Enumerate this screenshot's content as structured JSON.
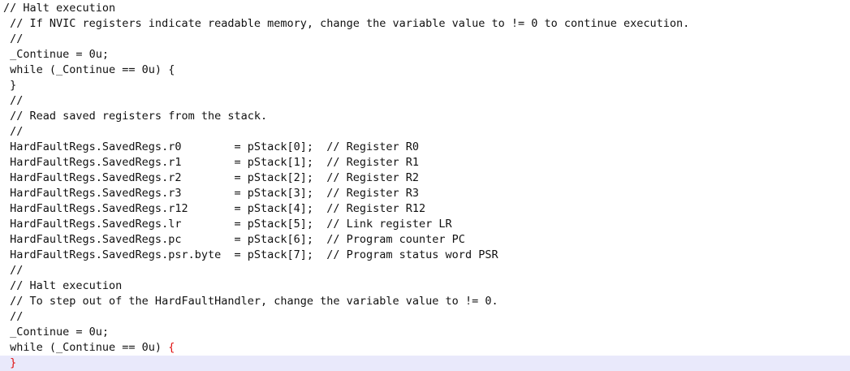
{
  "code": {
    "lines": [
      "// Halt execution",
      " // If NVIC registers indicate readable memory, change the variable value to != 0 to continue execution.",
      " //",
      " _Continue = 0u;",
      " while (_Continue == 0u) {",
      " }",
      " //",
      " // Read saved registers from the stack.",
      " //",
      " HardFaultRegs.SavedRegs.r0        = pStack[0];  // Register R0",
      " HardFaultRegs.SavedRegs.r1        = pStack[1];  // Register R1",
      " HardFaultRegs.SavedRegs.r2        = pStack[2];  // Register R2",
      " HardFaultRegs.SavedRegs.r3        = pStack[3];  // Register R3",
      " HardFaultRegs.SavedRegs.r12       = pStack[4];  // Register R12",
      " HardFaultRegs.SavedRegs.lr        = pStack[5];  // Link register LR",
      " HardFaultRegs.SavedRegs.pc        = pStack[6];  // Program counter PC",
      " HardFaultRegs.SavedRegs.psr.byte  = pStack[7];  // Program status word PSR",
      " //",
      " // Halt execution",
      " // To step out of the HardFaultHandler, change the variable value to != 0.",
      " //",
      " _Continue = 0u;"
    ],
    "highlight_while": " while (_Continue == 0u) ",
    "highlight_open_brace": "{",
    "highlight_close_brace": "}",
    "colors": {
      "text": "#111111",
      "matching_brace": "#e01010",
      "current_line_background": "#e9e9fb"
    }
  }
}
